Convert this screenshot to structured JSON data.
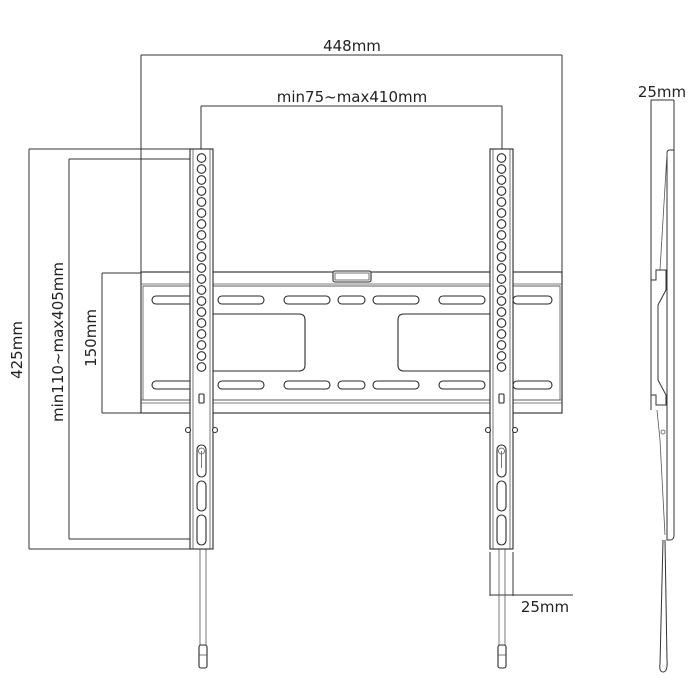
{
  "diagram": {
    "type": "technical-drawing",
    "subject": "fixed TV wall mount bracket",
    "front_view": {
      "dimensions": {
        "overall_width": "448mm",
        "vesa_horizontal": "min75~max410mm",
        "overall_height": "425mm",
        "vesa_vertical": "min110~max405mm",
        "wall_plate_height": "150mm",
        "rail_width": "25mm"
      },
      "rail_hole_count": 20,
      "wall_plate_slot_rows": 2
    },
    "side_view": {
      "dimensions": {
        "profile_depth": "25mm"
      }
    },
    "colors": {
      "line": "#333333",
      "background": "#ffffff"
    }
  }
}
